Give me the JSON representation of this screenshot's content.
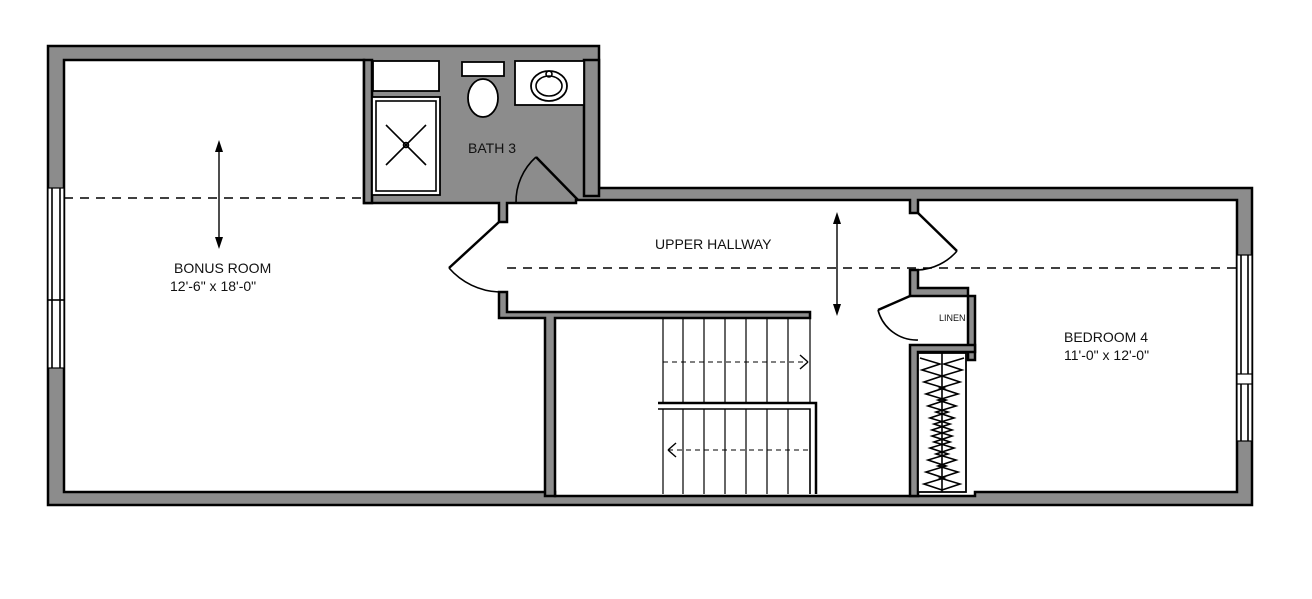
{
  "rooms": {
    "bonus_room": {
      "name": "BONUS ROOM",
      "dimensions": "12'-6\" x 18'-0\""
    },
    "bath3": {
      "name": "BATH 3"
    },
    "upper_hallway": {
      "name": "UPPER HALLWAY"
    },
    "linen": {
      "name": "LINEN"
    },
    "bedroom4": {
      "name": "BEDROOM 4",
      "dimensions": "11'-0\" x 12'-0\""
    }
  },
  "colors": {
    "wall_fill": "#8c8c8c",
    "line": "#000000",
    "background": "#ffffff"
  }
}
